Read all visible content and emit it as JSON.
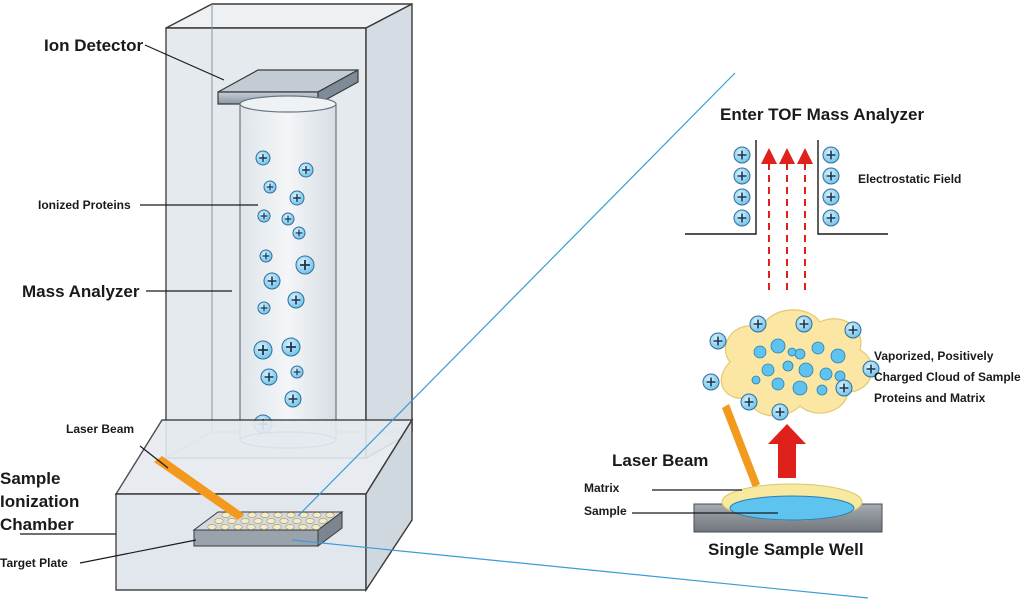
{
  "labels": {
    "ion_detector": "Ion Detector",
    "ionized_proteins": "Ionized Proteins",
    "mass_analyzer": "Mass Analyzer",
    "laser_beam_left": "Laser Beam",
    "sample_ionization_chamber": [
      "Sample",
      "Ionization",
      "Chamber"
    ],
    "target_plate": "Target Plate",
    "enter_tof": "Enter TOF Mass Analyzer",
    "electrostatic_field": "Electrostatic Field",
    "vaporized_cloud": [
      "Vaporized, Positively",
      "Charged Cloud of Sample",
      "Proteins and Matrix"
    ],
    "laser_beam_right": "Laser Beam",
    "matrix": "Matrix",
    "sample": "Sample",
    "single_sample_well": "Single Sample Well"
  },
  "colors": {
    "glass_fill": "#e6eaef",
    "glass_stroke": "#3a3a3a",
    "ion_fill": "#8fd0ef",
    "ion_stroke": "#2f6f9e",
    "plus": "#1b3550",
    "laser": "#f39a1e",
    "arrow_red": "#e0201b",
    "cloud": "#fbe6a3",
    "matrix": "#f7eaa0",
    "sample": "#5ec3ee",
    "well": "#8a8f96",
    "zoom_line": "#3b9cd6"
  },
  "icons": {
    "ion": "plus-in-circle-icon"
  }
}
